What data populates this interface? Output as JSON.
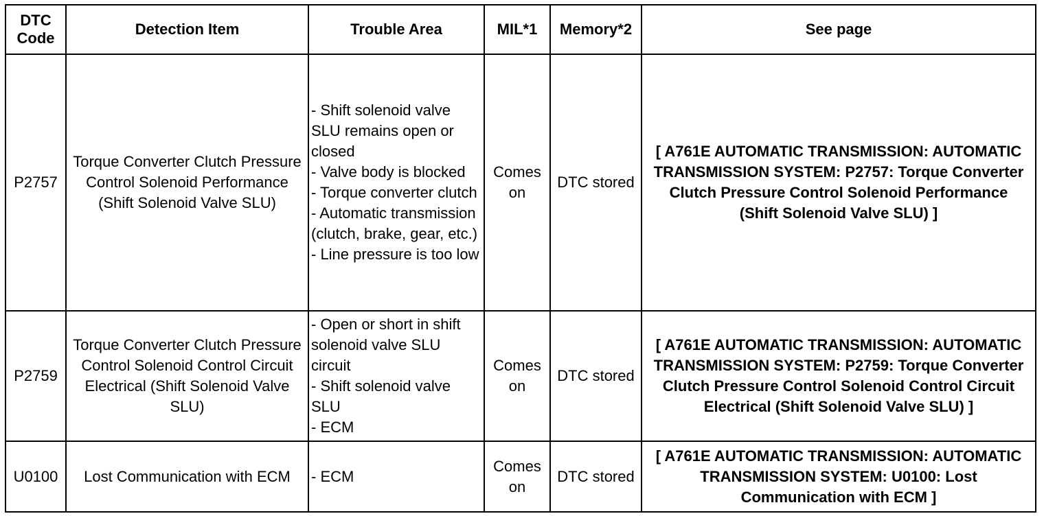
{
  "headers": {
    "code_line1": "DTC",
    "code_line2": "Code",
    "detection_item": "Detection Item",
    "trouble_area": "Trouble Area",
    "mil": "MIL*1",
    "memory": "Memory*2",
    "see_page": "See page"
  },
  "rows": [
    {
      "code": "P2757",
      "detection_item": "Torque Converter Clutch Pressure Control Solenoid Performance (Shift Solenoid Valve SLU)",
      "trouble_area": [
        "- Shift solenoid valve SLU remains open or closed",
        "- Valve body is blocked",
        "- Torque converter clutch",
        "- Automatic transmission (clutch, brake, gear, etc.)",
        "- Line pressure is too low"
      ],
      "mil": "Comes on",
      "memory": "DTC stored",
      "see_page": "[ A761E AUTOMATIC TRANSMISSION: AUTOMATIC TRANSMISSION SYSTEM: P2757: Torque Converter Clutch Pressure Control Solenoid Performance (Shift Solenoid Valve SLU) ]"
    },
    {
      "code": "P2759",
      "detection_item": "Torque Converter Clutch Pressure Control Solenoid Control Circuit Electrical (Shift Solenoid Valve SLU)",
      "trouble_area": [
        "- Open or short in shift solenoid valve SLU circuit",
        "- Shift solenoid valve SLU",
        "- ECM"
      ],
      "mil": "Comes on",
      "memory": "DTC stored",
      "see_page": "[ A761E AUTOMATIC TRANSMISSION: AUTOMATIC TRANSMISSION SYSTEM: P2759: Torque Converter Clutch Pressure Control Solenoid Control Circuit Electrical (Shift Solenoid Valve SLU) ]"
    },
    {
      "code": "U0100",
      "detection_item": "Lost Communication with ECM",
      "trouble_area": [
        "- ECM"
      ],
      "mil": "Comes on",
      "memory": "DTC stored",
      "see_page": "[ A761E AUTOMATIC TRANSMISSION: AUTOMATIC TRANSMISSION SYSTEM: U0100: Lost Communication with ECM ]"
    }
  ]
}
